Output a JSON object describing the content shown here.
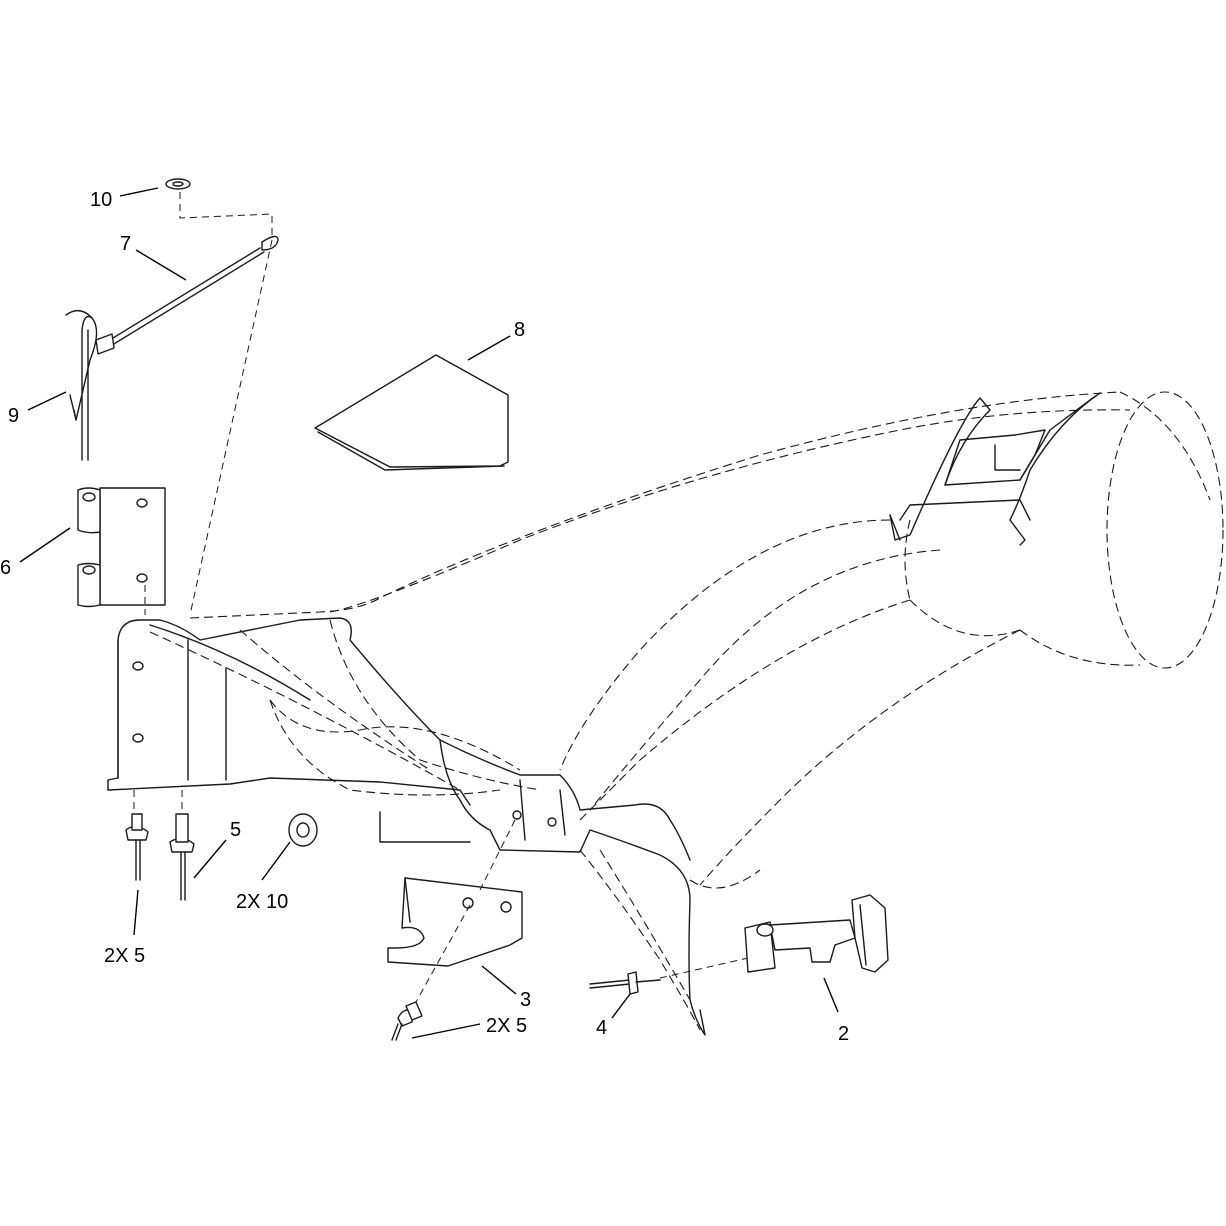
{
  "diagram": {
    "type": "exploded-parts-view",
    "callouts": [
      {
        "id": "callout-10-top",
        "label": "10"
      },
      {
        "id": "callout-7",
        "label": "7"
      },
      {
        "id": "callout-8",
        "label": "8"
      },
      {
        "id": "callout-9",
        "label": "9"
      },
      {
        "id": "callout-6",
        "label": "6"
      },
      {
        "id": "callout-5",
        "label": "5"
      },
      {
        "id": "callout-2x10",
        "label": "2X 10"
      },
      {
        "id": "callout-2x5-left",
        "label": "2X 5"
      },
      {
        "id": "callout-3",
        "label": "3"
      },
      {
        "id": "callout-2x5-bottom",
        "label": "2X 5"
      },
      {
        "id": "callout-4",
        "label": "4"
      },
      {
        "id": "callout-2",
        "label": "2"
      }
    ]
  }
}
